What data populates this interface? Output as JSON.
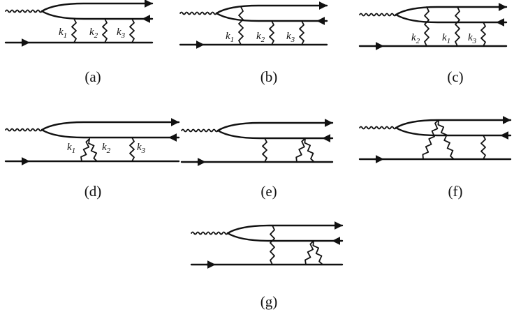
{
  "panels": [
    {
      "label": "(a)",
      "momenta": [
        "k",
        "k",
        "k"
      ],
      "subs": [
        "1",
        "2",
        "3"
      ]
    },
    {
      "label": "(b)",
      "momenta": [
        "k",
        "k",
        "k"
      ],
      "subs": [
        "1",
        "2",
        "3"
      ]
    },
    {
      "label": "(c)",
      "momenta": [
        "k",
        "k",
        "k"
      ],
      "subs": [
        "2",
        "1",
        "3"
      ]
    },
    {
      "label": "(d)",
      "momenta": [
        "k",
        "k",
        "k"
      ],
      "subs": [
        "1",
        "2",
        "3"
      ]
    },
    {
      "label": "(e)",
      "momenta": [],
      "subs": []
    },
    {
      "label": "(f)",
      "momenta": [],
      "subs": []
    },
    {
      "label": "(g)",
      "momenta": [],
      "subs": []
    }
  ]
}
